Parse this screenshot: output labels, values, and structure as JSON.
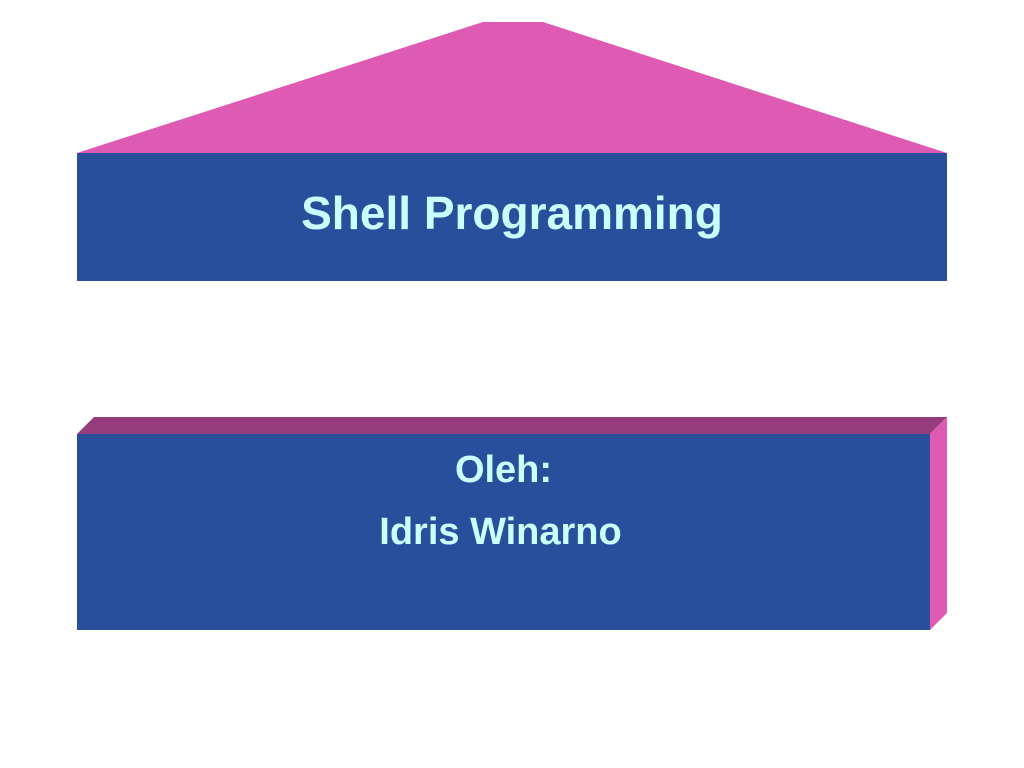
{
  "slide": {
    "title": "Shell Programming",
    "author_label": "Oleh:",
    "author_name": "Idris Winarno"
  },
  "colors": {
    "blue": "#284f9c",
    "pink": "#df5ab2",
    "dark_pink": "#963c7c",
    "text": "#c8ffff"
  }
}
